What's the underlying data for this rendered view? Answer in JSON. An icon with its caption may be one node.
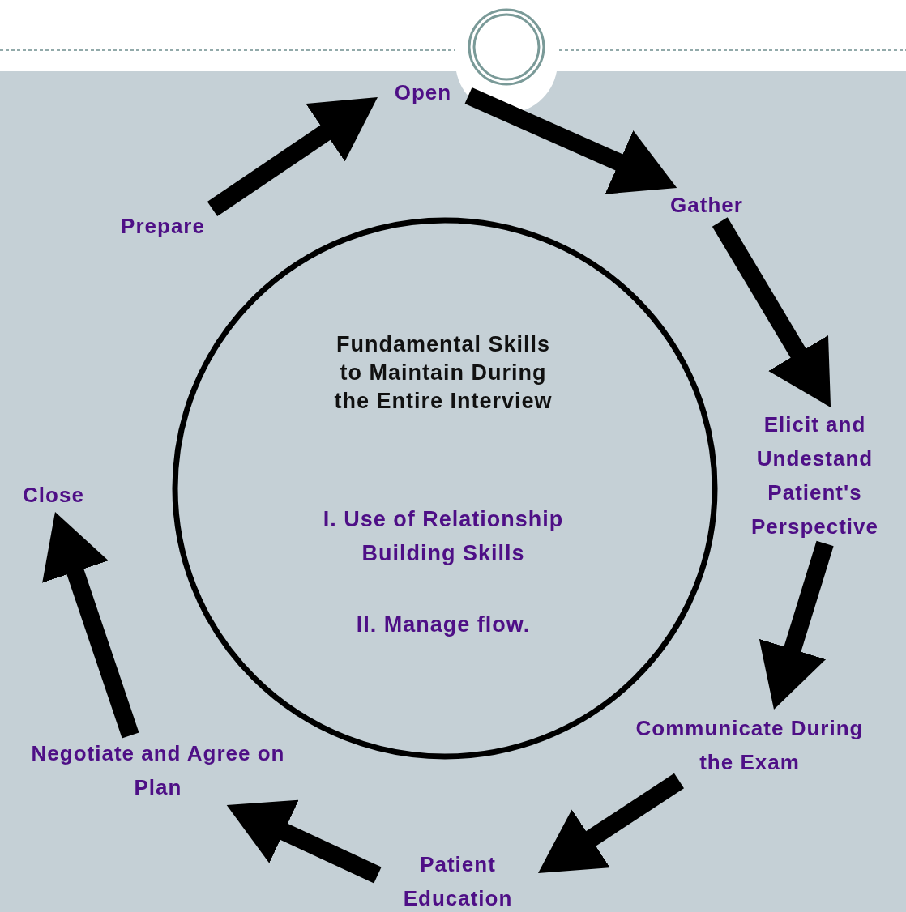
{
  "diagram": {
    "nodes": [
      {
        "text": [
          "Open"
        ]
      },
      {
        "text": [
          "Gather"
        ]
      },
      {
        "text": [
          "Elicit and Undestand Patient's Perspective"
        ]
      },
      {
        "text": [
          "Communicate During the Exam"
        ]
      },
      {
        "text": [
          "Patient Education"
        ]
      },
      {
        "text": [
          "Negotiate and Agree on Plan"
        ]
      },
      {
        "text": [
          "Close"
        ]
      },
      {
        "text": [
          "Prepare"
        ]
      },
      {
        "text": [
          "Fundamental Skills to Maintain During the Entire Interview",
          "I. Use of Relationship Building Skills",
          "II. Manage flow."
        ]
      }
    ],
    "edges": [
      {
        "from": 7,
        "to": 0,
        "arrow": "to"
      },
      {
        "from": 0,
        "to": 1,
        "arrow": "to"
      },
      {
        "from": 1,
        "to": 2,
        "arrow": "to"
      },
      {
        "from": 2,
        "to": 3,
        "arrow": "to"
      },
      {
        "from": 3,
        "to": 4,
        "arrow": "to"
      },
      {
        "from": 4,
        "to": 5,
        "arrow": "to"
      },
      {
        "from": 5,
        "to": 6,
        "arrow": "to"
      }
    ]
  }
}
